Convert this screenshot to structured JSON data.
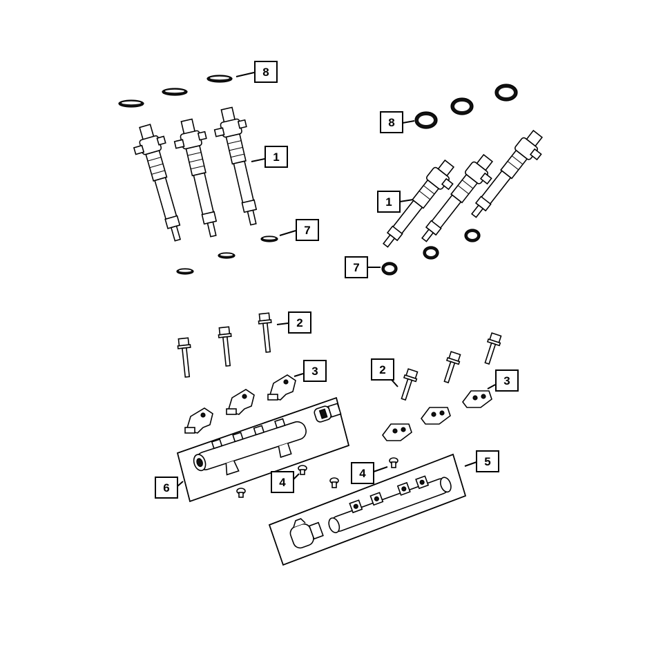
{
  "callouts": {
    "c8a": "8",
    "c1a": "1",
    "c7a": "7",
    "c8b": "8",
    "c1b": "1",
    "c7b": "7",
    "c2a": "2",
    "c3a": "3",
    "c2b": "2",
    "c3b": "3",
    "c4a": "4",
    "c4b": "4",
    "c5": "5",
    "c6": "6"
  }
}
